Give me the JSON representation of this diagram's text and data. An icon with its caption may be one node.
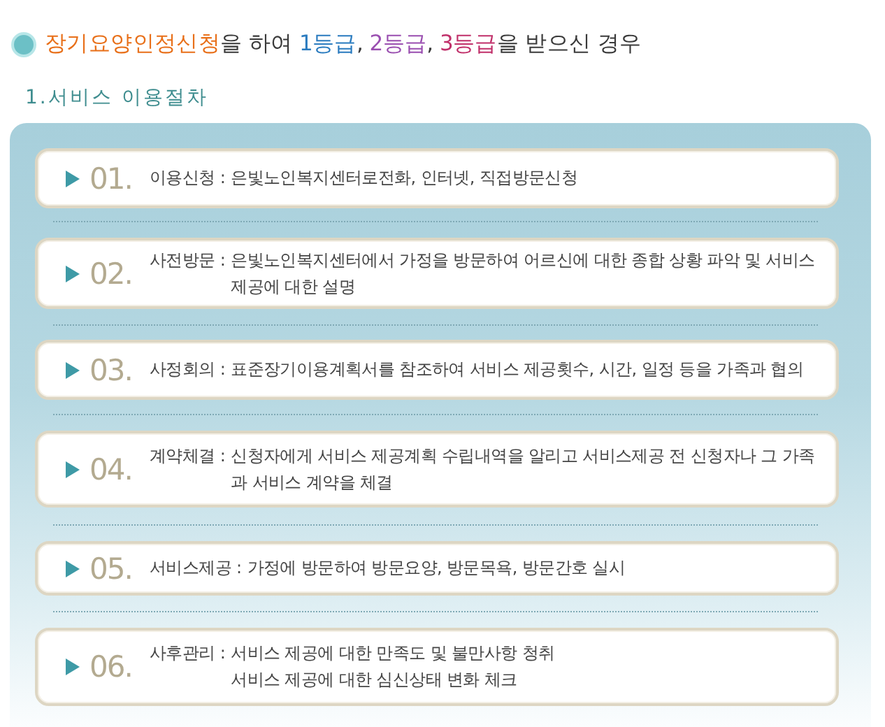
{
  "diagram": {
    "title": "**장기요양인정신청**을 하여 **1등급**, **2등급**, **3등급**을 받으신 경우",
    "nodes": [
      {
        "text": [
          "1.서비스 이용절차"
        ]
      },
      {
        "text": [
          "01.",
          "이용신청 :",
          "은빛노인복지센터로전화, 인터넷, 직접방문신청"
        ],
        "in": 0
      },
      {
        "text": [
          "02.",
          "사전방문 :",
          "은빛노인복지센터에서 가정을 방문하여 어르신에 대한 종합 상황 파악 및 서비스 제공에 대한 설명"
        ],
        "in": 0
      },
      {
        "text": [
          "03.",
          "사정회의 :",
          "표준장기이용계획서를 참조하여 서비스 제공횟수, 시간, 일정 등을 가족과 협의"
        ],
        "in": 0
      },
      {
        "text": [
          "04.",
          "계약체결 :",
          "신청자에게 서비스 제공계획 수립내역을 알리고 서비스제공 전 신청자나 그 가족과 서비스 계약을 체결"
        ],
        "in": 0
      },
      {
        "text": [
          "05.",
          "서비스제공 :",
          "가정에 방문하여 방문요양, 방문목욕, 방문간호 실시"
        ],
        "in": 0
      },
      {
        "text": [
          "06.",
          "사후관리 :",
          "서비스 제공에 대한 만족도 및 불만사항 청취",
          "서비스 제공에 대한 심신상태 변화 체크"
        ],
        "in": 0
      }
    ]
  }
}
